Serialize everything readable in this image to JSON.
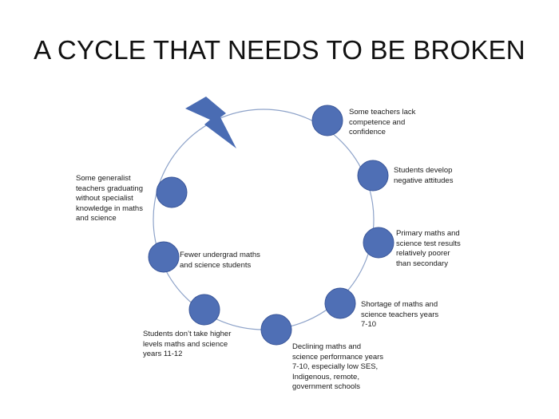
{
  "slide": {
    "title": "A CYCLE THAT NEEDS TO BE BROKEN"
  },
  "colors": {
    "circle_stroke": "#8ea3c9",
    "node_fill": "#4f6fb5",
    "node_edge": "#3a5699",
    "lightning": "#4a6cb3"
  },
  "icons": {
    "break_symbol": "lightning-bolt-icon"
  },
  "cycle": {
    "steps": [
      {
        "label": "Some teachers lack\ncompetence and\nconfidence"
      },
      {
        "label": "Students develop\nnegative attitudes"
      },
      {
        "label": "Primary maths and\nscience test results\nrelatively poorer\nthan secondary"
      },
      {
        "label": "Shortage of maths and\nscience teachers years\n7-10"
      },
      {
        "label": "Declining maths and\nscience performance years\n7-10, especially low SES,\nIndigenous, remote,\ngovernment schools"
      },
      {
        "label": "Students don’t take higher\nlevels maths and science\nyears 11-12"
      },
      {
        "label": "Fewer undergrad maths\nand science students"
      },
      {
        "label": "Some generalist\nteachers graduating\nwithout specialist\nknowledge in maths\nand science"
      }
    ]
  }
}
